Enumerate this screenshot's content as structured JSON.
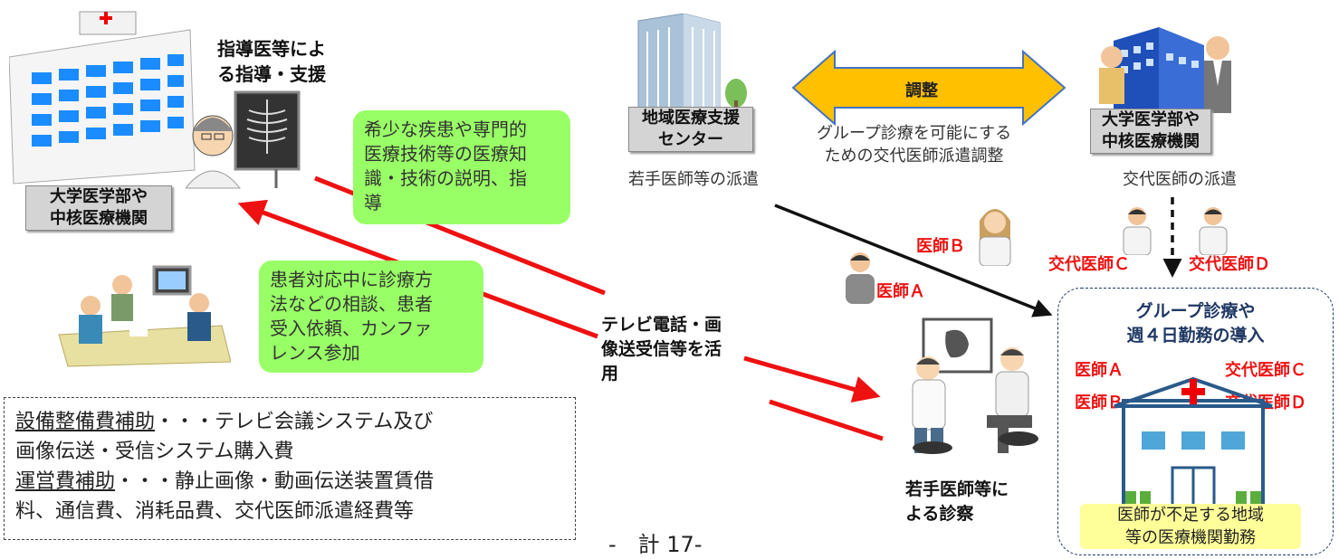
{
  "left_hospital": {
    "label_line1": "大学医学部や",
    "label_line2": "中核医療機関"
  },
  "support_label": {
    "line1": "指導医等によ",
    "line2": "る指導・支援"
  },
  "green_rare": {
    "line1": "希少な疾患や専門的",
    "line2": "医療技術等の医療知",
    "line3": "識・技術の説明、指",
    "line4": "導"
  },
  "green_consult": {
    "line1": "患者対応中に診療方",
    "line2": "法などの相談、患者",
    "line3": "受入依頼、カンファ",
    "line4": "レンス参加"
  },
  "tv_label": {
    "line1": "テレビ電話・画",
    "line2": "像送受信等を活",
    "line3": "用"
  },
  "center": {
    "label_line1": "地域医療支援",
    "label_line2": "センター",
    "caption": "若手医師等の派遣"
  },
  "coordination": {
    "arrow_label": "調整",
    "text_line1": "グループ診療を可能にする",
    "text_line2": "ための交代医師派遣調整"
  },
  "right_university": {
    "label_line1": "大学医学部や",
    "label_line2": "中核医療機関",
    "caption": "交代医師の派遣"
  },
  "doctors": {
    "a": "医師Ａ",
    "b": "医師Ｂ",
    "c": "交代医師Ｃ",
    "d": "交代医師Ｄ"
  },
  "group_box": {
    "title_line1": "グループ診療や",
    "title_line2": "週４日勤務の導入",
    "doc_a": "医師Ａ",
    "doc_b": "医師Ｂ",
    "doc_c": "交代医師Ｃ",
    "doc_d": "交代医師Ｄ",
    "shortage_line1": "医師が不足する地域",
    "shortage_line2": "等の医療機関勤務"
  },
  "young_exam": {
    "line1": "若手医師等に",
    "line2": "よる診察"
  },
  "subsidy": {
    "row1_head": "設備整備費補助",
    "row1_tail": "・・・テレビ会議システム及び",
    "row2": "画像伝送・受信システム購入費",
    "row3_head": "運営費補助",
    "row3_tail": "・・・静止画像・動画伝送装置賃借",
    "row4": "料、通信費、消耗品費、交代医師派遣経費等"
  },
  "page_number": "-　計 17-",
  "colors": {
    "red": "#ee1111",
    "green": "#99ff66",
    "yellow": "#ffc000",
    "navy": "#1f3864",
    "gray": "#d4d4d4"
  }
}
